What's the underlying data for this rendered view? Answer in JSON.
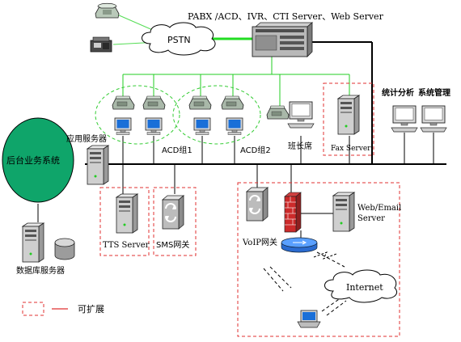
{
  "labels": {
    "pbx_title": "PABX /ACD、IVR、CTI Server、Web Server",
    "pstn": "PSTN",
    "stats": "统计分析",
    "sysmgmt": "系统管理",
    "backend": "后台业务系统",
    "app_server": "应用服务器",
    "acd1": "ACD组1",
    "acd2": "ACD组2",
    "supervisor": "班长席",
    "fax": "Fax Server",
    "tts": "TTS Server",
    "sms": "SMS网关",
    "voip": "VoIP网关",
    "web_email_1": "Web/Email",
    "web_email_2": "Server",
    "internet": "Internet",
    "db_server": "数据库服务器",
    "legend": "可扩展"
  },
  "colors": {
    "network_line": "#000000",
    "phone_line": "#22cc22",
    "pstn_link": "#22dd22",
    "expandable_box": "#e03030",
    "backend_ellipse": "#0fa56a",
    "legend_text": "#e03030"
  },
  "icons": [
    "phone-icon",
    "fax-phone-icon",
    "cloud-icon",
    "pbx-rack-icon",
    "ip-phone-icon",
    "workstation-icon",
    "server-tower-icon",
    "voip-gateway-icon",
    "sms-gateway-icon",
    "firewall-icon",
    "router-icon",
    "database-icon",
    "laptop-icon"
  ]
}
